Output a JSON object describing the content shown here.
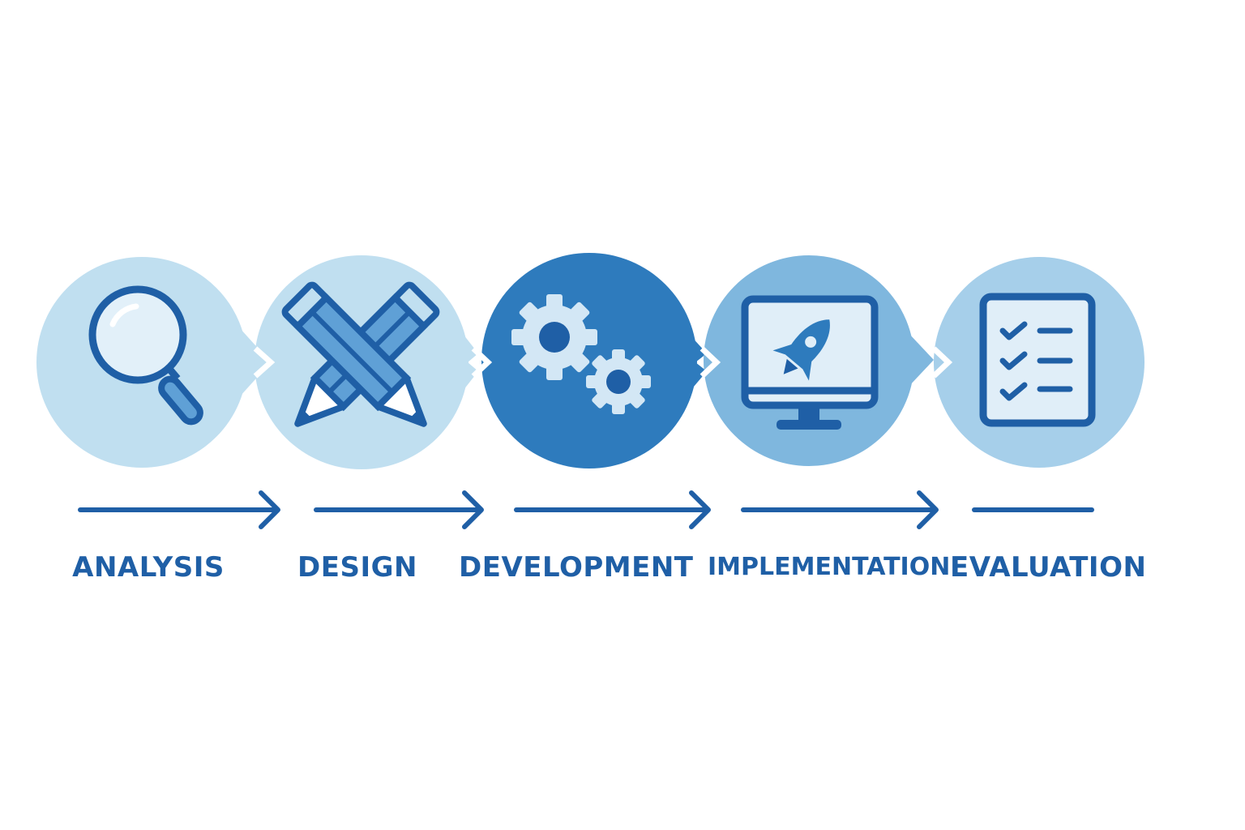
{
  "colors": {
    "pale": "#c0dff0",
    "light": "#7fb7de",
    "medium": "#2e7bbd",
    "dark": "#1f5fa6",
    "screen_fill": "#e0eef8",
    "gear_fill": "#d3e7f5"
  },
  "stages": [
    {
      "label": "ANALYSIS",
      "icon": "magnifying-glass-icon"
    },
    {
      "label": "DESIGN",
      "icon": "crossed-pencils-icon"
    },
    {
      "label": "DEVELOPMENT",
      "icon": "gears-icon"
    },
    {
      "label": "IMPLEMENTATION",
      "icon": "monitor-rocket-icon"
    },
    {
      "label": "EVALUATION",
      "icon": "checklist-icon"
    }
  ]
}
